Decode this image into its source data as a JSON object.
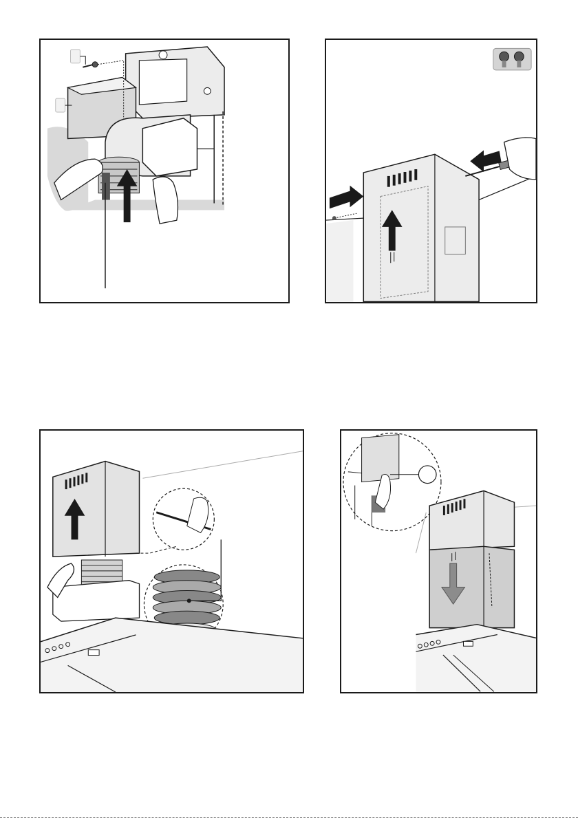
{
  "figures": [
    {
      "id": "step-1",
      "callouts": [
        "",
        ""
      ]
    },
    {
      "id": "step-2",
      "hardware_icon": "screws-icon"
    },
    {
      "id": "step-3"
    },
    {
      "id": "step-4",
      "callouts": [
        ""
      ]
    }
  ],
  "colors": {
    "line": "#1a1a1a",
    "shade": "#d9d9d9",
    "metal": "#c8c8c8",
    "dark_metal": "#9a9a9a",
    "arrow": "#1a1a1a",
    "arrow_down": "#8c8c8c"
  }
}
